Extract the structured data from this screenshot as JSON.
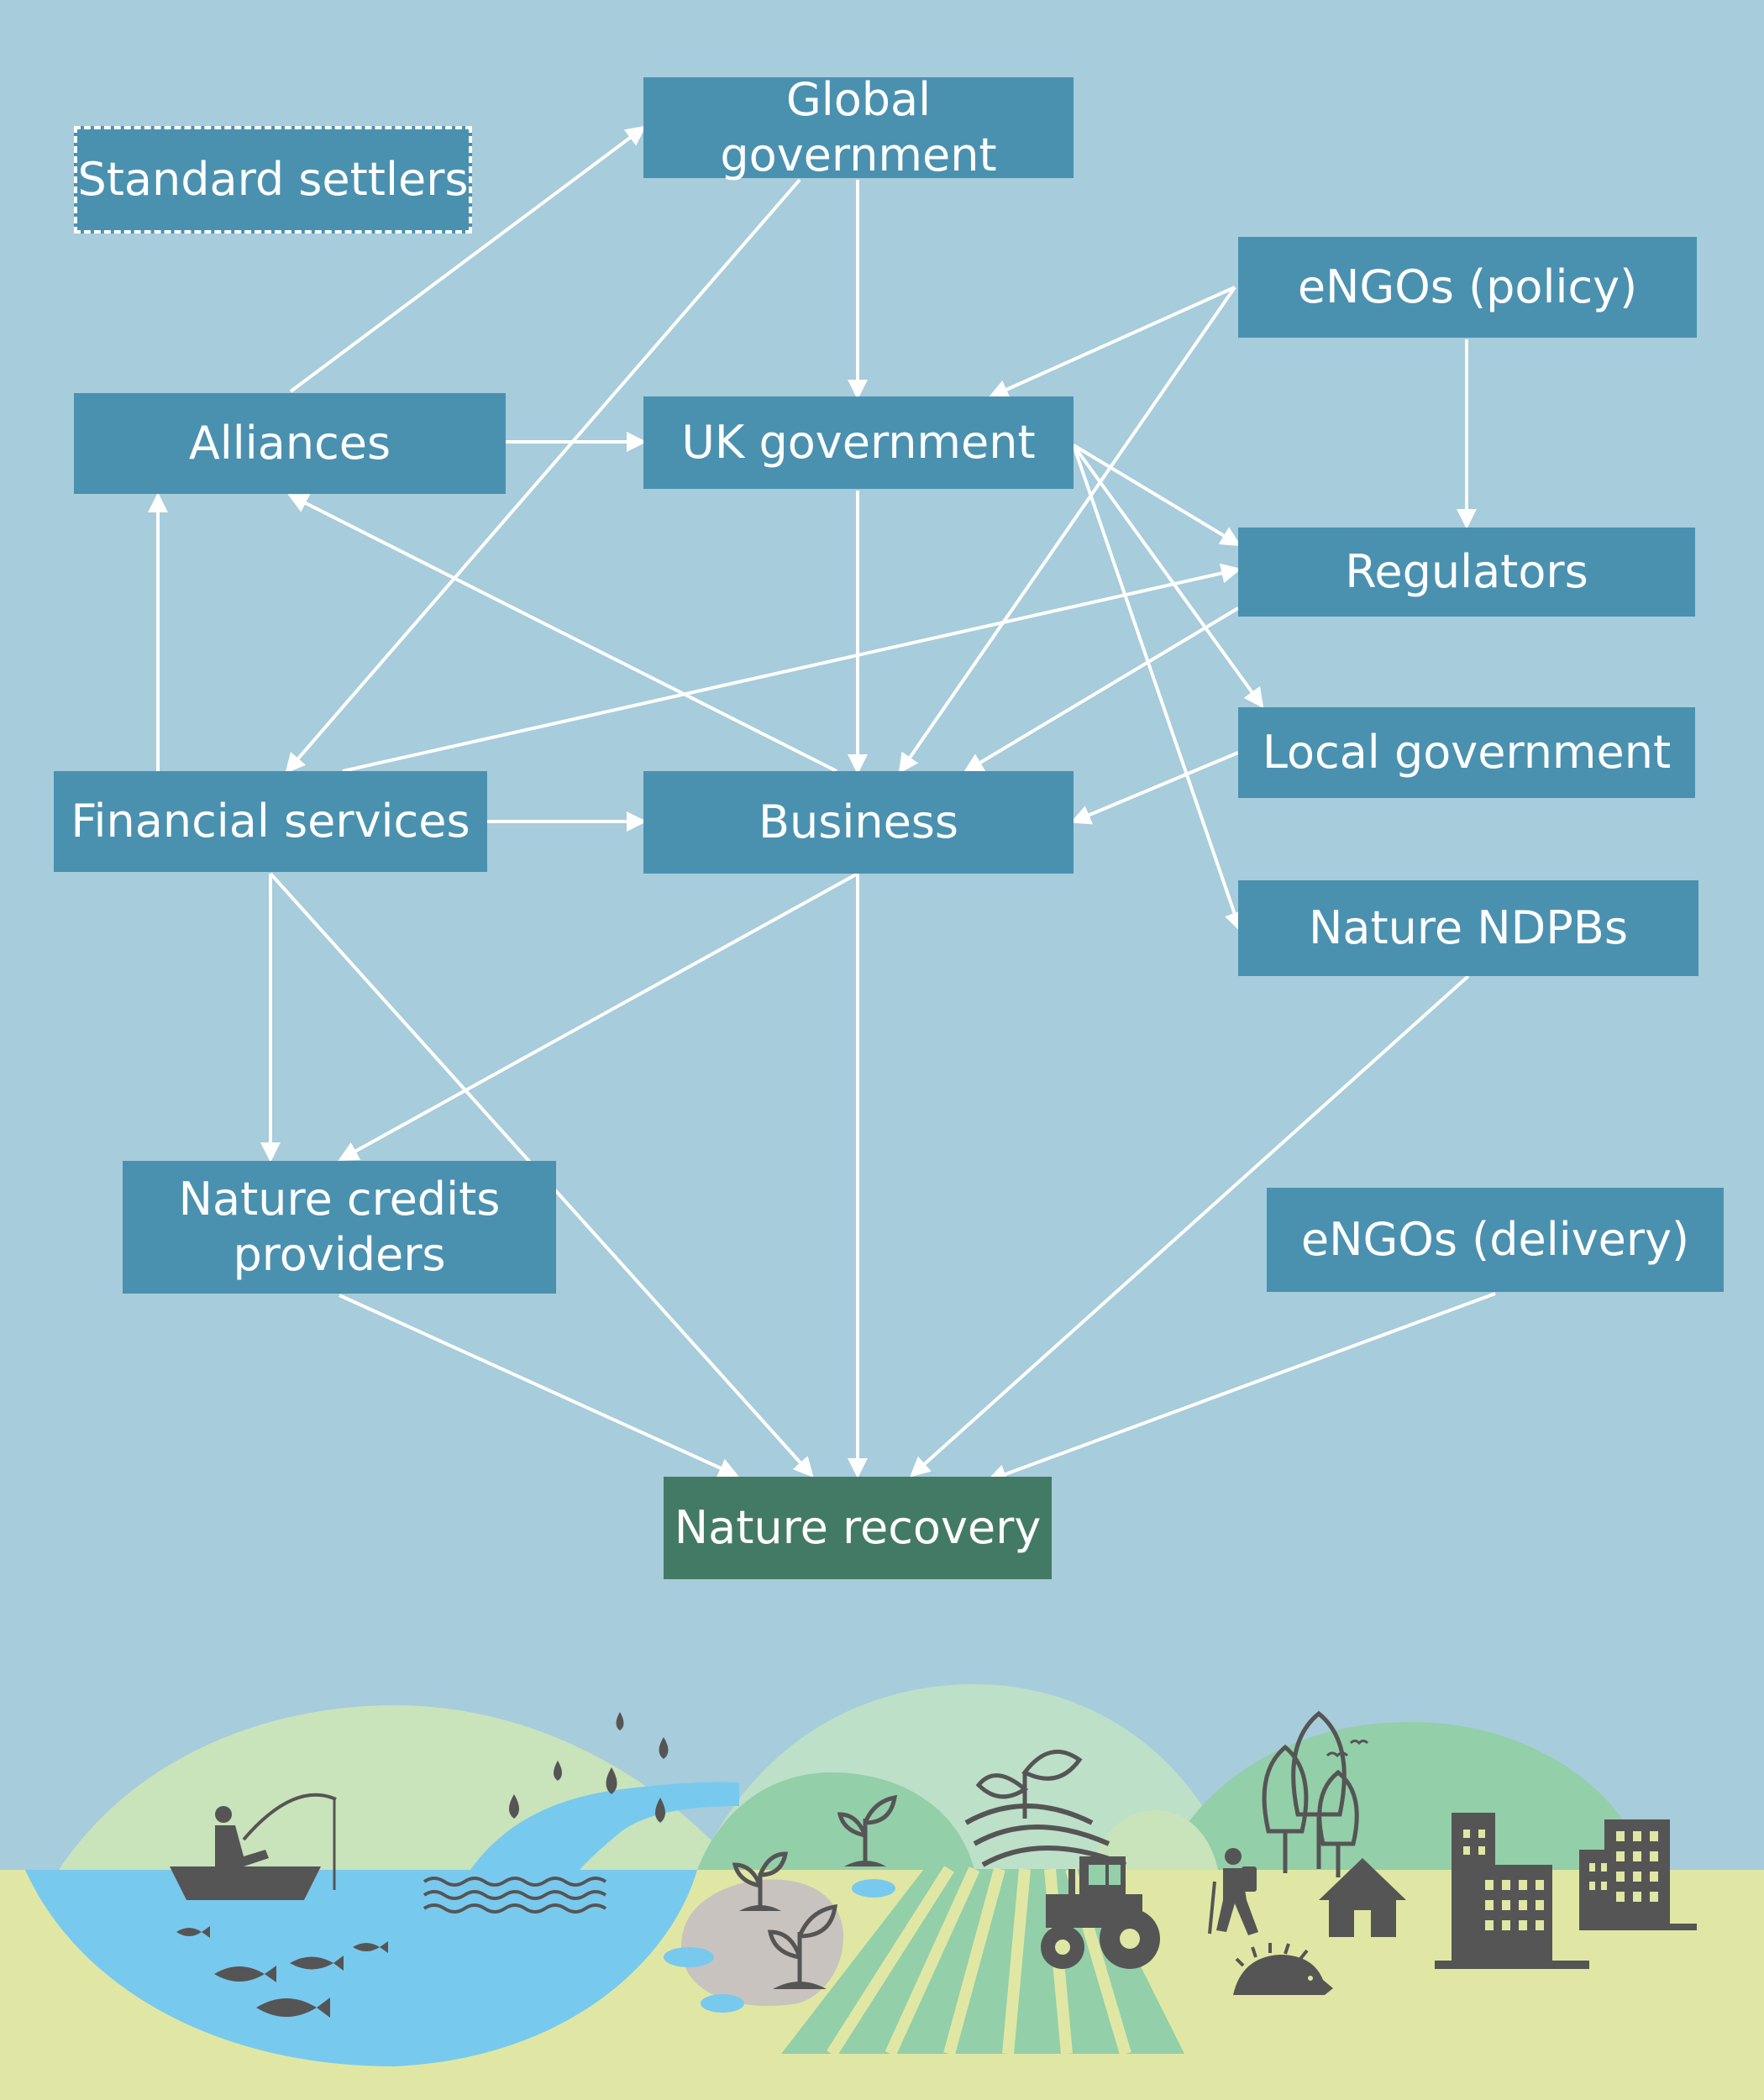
{
  "diagram": {
    "nodes": {
      "standard_settlers": {
        "label": "Standard settlers"
      },
      "global_government": {
        "label": "Global government"
      },
      "engos_policy": {
        "label": "eNGOs (policy)"
      },
      "alliances": {
        "label": "Alliances"
      },
      "uk_government": {
        "label": "UK government"
      },
      "regulators": {
        "label": "Regulators"
      },
      "local_government": {
        "label": "Local government"
      },
      "financial_services": {
        "label": "Financial services"
      },
      "business": {
        "label": "Business"
      },
      "nature_ndpbs": {
        "label": "Nature NDPBs"
      },
      "nature_credits_providers": {
        "label_line1": "Nature credits",
        "label_line2": "providers"
      },
      "engos_delivery": {
        "label": "eNGOs (delivery)"
      },
      "nature_recovery": {
        "label": "Nature recovery"
      }
    },
    "edges": [
      {
        "from": "alliances",
        "to": "global_government"
      },
      {
        "from": "alliances",
        "to": "uk_government"
      },
      {
        "from": "global_government",
        "to": "uk_government"
      },
      {
        "from": "global_government",
        "to": "financial_services"
      },
      {
        "from": "engos_policy",
        "to": "uk_government"
      },
      {
        "from": "engos_policy",
        "to": "regulators"
      },
      {
        "from": "engos_policy",
        "to": "business"
      },
      {
        "from": "uk_government",
        "to": "regulators"
      },
      {
        "from": "uk_government",
        "to": "local_government"
      },
      {
        "from": "uk_government",
        "to": "nature_ndpbs"
      },
      {
        "from": "uk_government",
        "to": "business"
      },
      {
        "from": "financial_services",
        "to": "alliances"
      },
      {
        "from": "financial_services",
        "to": "regulators"
      },
      {
        "from": "financial_services",
        "to": "business"
      },
      {
        "from": "financial_services",
        "to": "nature_credits_providers"
      },
      {
        "from": "financial_services",
        "to": "nature_recovery"
      },
      {
        "from": "business",
        "to": "alliances"
      },
      {
        "from": "business",
        "to": "nature_credits_providers"
      },
      {
        "from": "business",
        "to": "nature_recovery"
      },
      {
        "from": "regulators",
        "to": "business"
      },
      {
        "from": "local_government",
        "to": "business"
      },
      {
        "from": "nature_ndpbs",
        "to": "nature_recovery"
      },
      {
        "from": "nature_credits_providers",
        "to": "nature_recovery"
      },
      {
        "from": "engos_delivery",
        "to": "nature_recovery"
      }
    ]
  },
  "colors": {
    "background": "#a7ccdb",
    "node_fill": "#4a91b0",
    "outcome_fill": "#437a66",
    "arrow": "#ffffff",
    "ground": "#e0e7a4",
    "water": "#78c9ee",
    "icon": "#555555"
  },
  "illustration": {
    "icons": [
      "fisher-in-boat-icon",
      "fish-icon",
      "rain-drops-icon",
      "river-icon",
      "seedling-icon",
      "crop-field-icon",
      "tractor-icon",
      "hiker-icon",
      "trees-icon",
      "house-icon",
      "hedgehog-icon",
      "birds-icon",
      "city-buildings-icon"
    ]
  }
}
